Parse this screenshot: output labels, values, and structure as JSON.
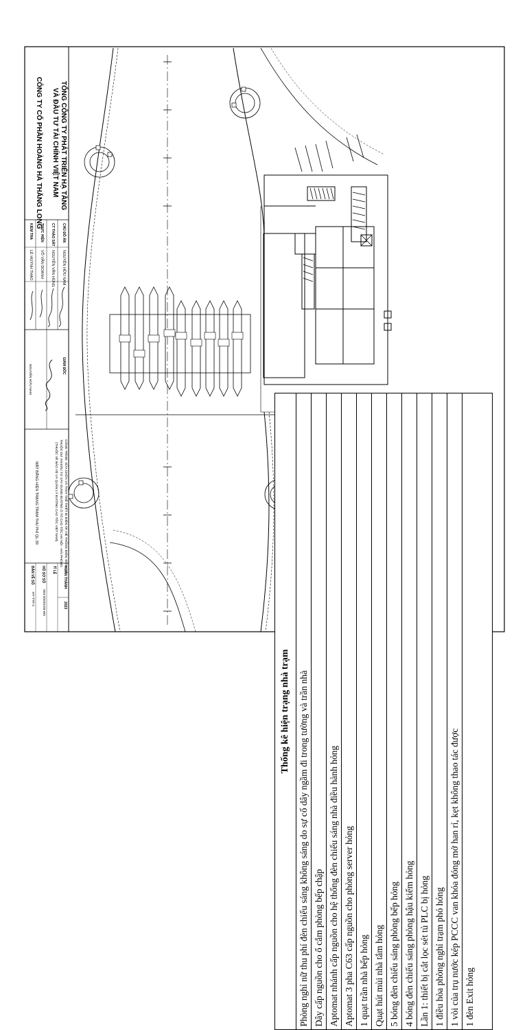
{
  "stat_table": {
    "title": "Thống kê hiện trạng nhà trạm",
    "rows": [
      "Phòng nghỉ nữ thu phí đèn chiếu sáng không sáng do sự cố dây ngầm đi trong tường và trần nhà",
      "Dây cấp nguồn cho ổ cắm phòng bếp chập",
      "Aptomat nhánh cấp nguồn cho hệ thống đèn chiếu sáng nhà điều hành hỏng",
      "Aptomat 3 pha C63 cấp nguồn cho phòng server hỏng",
      "1 quạt trần nhà bếp hỏng",
      "Quạt hút mùi nhà tắm hỏng",
      "5 bóng đèn chiếu sáng phòng bếp hỏng",
      "4 bóng đèn chiếu sáng phòng hậu kiểm hỏng",
      "Lần 1: thiết bị cắt lọc sét tủ PLC bị hỏng",
      "1 điều hòa phòng nghỉ trạm phó hỏng",
      "1 vòi của trụ nước kép PCCC van khóa đóng mở han rỉ, kẹt không thao tác được",
      "1 đèn Exit hỏng"
    ]
  },
  "title_block": {
    "company_1_line_1": "TỔNG CÔNG TY PHÁT TRIỂN HẠ TẦNG",
    "company_1_line_2": "VÀ ĐẦU TƯ TÀI CHÍNH VIỆT NAM",
    "company_2": "CÔNG TY CỔ PHẦN HOÀNG HÀ THĂNG LONG",
    "roles": [
      "CHỦ ĐỒ ÁN",
      "CT THẢO SÁT",
      "THỰC HIỆN",
      "KIỂM TRA"
    ],
    "names": [
      "NGUYỄN HỮU NAM",
      "NGUYỄN VĂN HÙNG",
      "VÕ VĂN DOANH",
      "LÊ HUỲNH THẠO"
    ],
    "director_label": "GIÁM ĐỐC",
    "director_name": "NGUYỄN HỮU NAM",
    "project_line_1": "CÔNG TRÌNH: SỬA CHỮA VÀ THAY THẾ THIẾT BỊ ĐIỆN ÁP, HỆ THỐNG ĐIỆN, ĐIỆN CƠ",
    "project_line_2": "THUỘC DỰ ÁN ĐẦU TƯ XÂY DỰNG ĐƯỜNG Ô TÔ CAO TỐC HÀ NỘI - HẢI PHÒNG",
    "project_line_3": "(THUỘC VỀ BẢO VỆ VÀ QUẢN LÝ ĐƯỜNG CAO TỐC VIỆT NAM)",
    "sheet_name": "MẶT BẰNG HIỆN TRẠNG TRẠM THU PHÍ QL.39",
    "year_label": "HOÀN THÀNH",
    "year": "2023",
    "scale_label": "TỈ LỆ",
    "drawing_no_label": "HỒ SƠ SỐ",
    "drawing_no": "004-0000SSN-HN",
    "sheet_no_label": "BẢN VẼ SỐ",
    "sheet_no": "HT-TTP-2"
  },
  "colors": {
    "line": "#000000",
    "paper": "#ffffff"
  }
}
